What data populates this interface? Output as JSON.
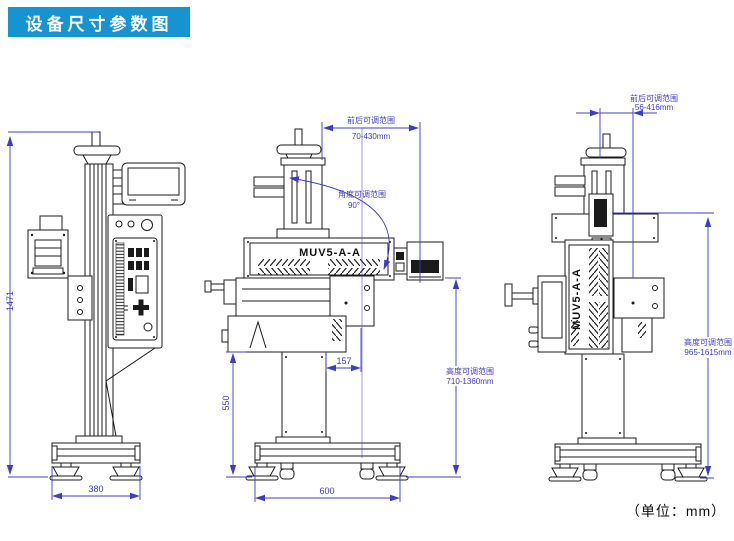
{
  "title": "设备尺寸参数图",
  "unit_note": "（单位：mm）",
  "model": "MUV5-A-A",
  "colors": {
    "banner_blue": "#1694d1",
    "dimension_blue": "#3c3cc4",
    "line_black": "#1b1b1b"
  },
  "views": {
    "side_left": {
      "overall_height": "1471",
      "base_width": "380"
    },
    "front": {
      "front_back_label": "前后可调范围",
      "front_back_range": "70-430mm",
      "angle_label": "角度可调范围",
      "angle_range": "90°",
      "head_offset": "157",
      "stand_height": "550",
      "base_width": "600",
      "height_label": "高度可调范围",
      "height_range": "710-1360mm"
    },
    "side_right": {
      "front_back_label": "前后可调范围",
      "front_back_range": "56-416mm",
      "height_label": "高度可调范围",
      "height_range": "965-1615mm"
    }
  }
}
